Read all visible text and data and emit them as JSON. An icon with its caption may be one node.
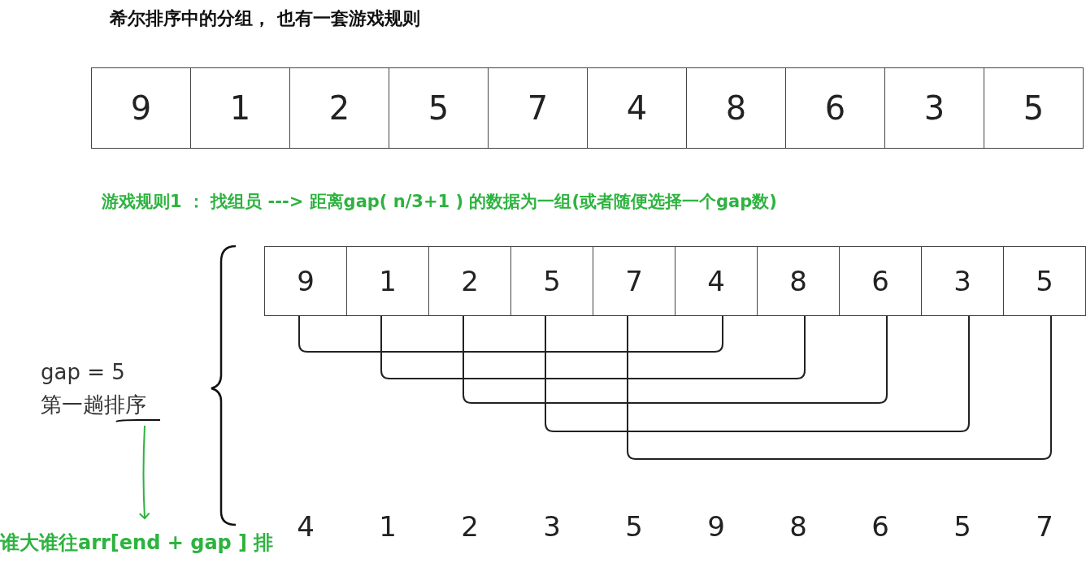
{
  "diagram": {
    "title": "希尔排序中的分组， 也有一套游戏规则",
    "nodes": [
      {
        "text": [
          "9"
        ]
      },
      {
        "text": [
          "1"
        ]
      },
      {
        "text": [
          "2"
        ]
      },
      {
        "text": [
          "5"
        ]
      },
      {
        "text": [
          "7"
        ]
      },
      {
        "text": [
          "4"
        ]
      },
      {
        "text": [
          "8"
        ]
      },
      {
        "text": [
          "6"
        ]
      },
      {
        "text": [
          "3"
        ]
      },
      {
        "text": [
          "5"
        ]
      },
      {
        "text": [
          "9"
        ]
      },
      {
        "text": [
          "1"
        ]
      },
      {
        "text": [
          "2"
        ]
      },
      {
        "text": [
          "5"
        ]
      },
      {
        "text": [
          "7"
        ]
      },
      {
        "text": [
          "4"
        ]
      },
      {
        "text": [
          "8"
        ]
      },
      {
        "text": [
          "6"
        ]
      },
      {
        "text": [
          "3"
        ]
      },
      {
        "text": [
          "5"
        ]
      },
      {
        "text": [
          "gap = 5",
          "第一趟排序"
        ]
      },
      {
        "text": [
          "谁大谁往arr[end + gap ] 排"
        ]
      }
    ],
    "edges": [
      {
        "from": 10,
        "to": 15,
        "arrow": "none"
      },
      {
        "from": 11,
        "to": 16,
        "arrow": "none"
      },
      {
        "from": 12,
        "to": 17,
        "arrow": "none"
      },
      {
        "from": 13,
        "to": 18,
        "arrow": "none"
      },
      {
        "from": 14,
        "to": 19,
        "arrow": "none"
      },
      {
        "from": 20,
        "to": 21,
        "arrow": "to",
        "color": "#2db33f"
      }
    ],
    "labels": [
      "游戏规则1 ： 找组员 ---> 距离gap( n/3+1 ) 的数据为一组(或者随便选择一个gap数)",
      "4",
      "1",
      "2",
      "3",
      "5",
      "9",
      "8",
      "6",
      "5",
      "7"
    ]
  }
}
